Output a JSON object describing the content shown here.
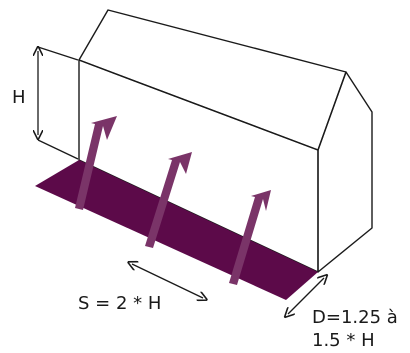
{
  "labels": {
    "height": "H",
    "spacing": "S = 2 * H",
    "depth_line1": "D=1.25 à",
    "depth_line2": "1.5 * H"
  },
  "colors": {
    "strip": "#5c0a49",
    "arrow": "#7a3468",
    "outline": "#1a1a1a",
    "text": "#1a1a1a"
  }
}
